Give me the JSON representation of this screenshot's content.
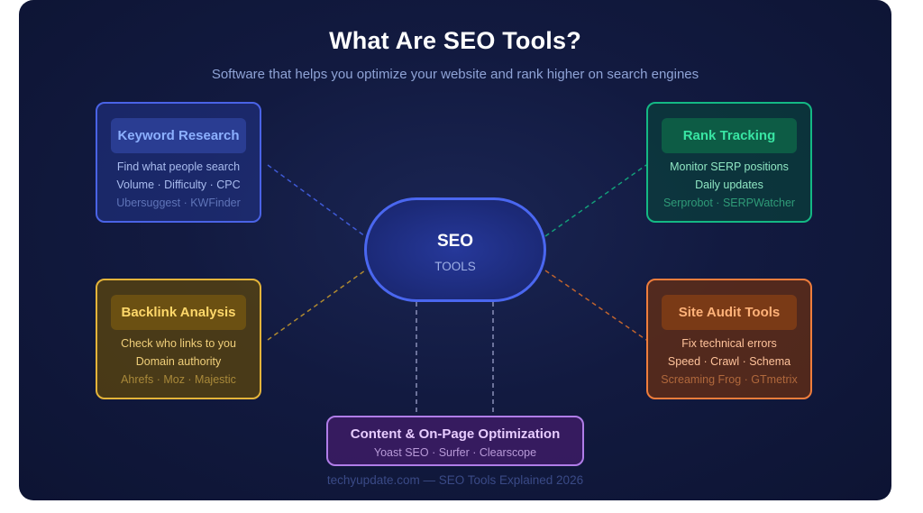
{
  "header": {
    "title": "What Are SEO Tools?",
    "subtitle": "Software that helps you optimize your website and rank higher on search engines"
  },
  "hub": {
    "title": "SEO",
    "subtitle": "TOOLS"
  },
  "cards": {
    "keyword": {
      "title": "Keyword Research",
      "line1": "Find what people search",
      "line2": "Volume · Difficulty · CPC",
      "tools": "Ubersuggest · KWFinder"
    },
    "rank": {
      "title": "Rank Tracking",
      "line1": "Monitor SERP positions",
      "line2": "Daily updates",
      "tools": "Serprobot · SERPWatcher"
    },
    "backlink": {
      "title": "Backlink Analysis",
      "line1": "Check who links to you",
      "line2": "Domain authority",
      "tools": "Ahrefs · Moz · Majestic"
    },
    "audit": {
      "title": "Site Audit Tools",
      "line1": "Fix technical errors",
      "line2": "Speed · Crawl · Schema",
      "tools": "Screaming Frog · GTmetrix"
    },
    "content": {
      "title": "Content & On-Page Optimization",
      "tools": "Yoast SEO · Surfer · Clearscope"
    }
  },
  "footer": "techyupdate.com — SEO Tools Explained 2026",
  "colors": {
    "background": "#121a40",
    "keyword": "#4a63e6",
    "rank": "#14b884",
    "backlink": "#e4b43a",
    "audit": "#ef7d3c",
    "content": "#b07de8",
    "hub": "#4a67f0"
  }
}
